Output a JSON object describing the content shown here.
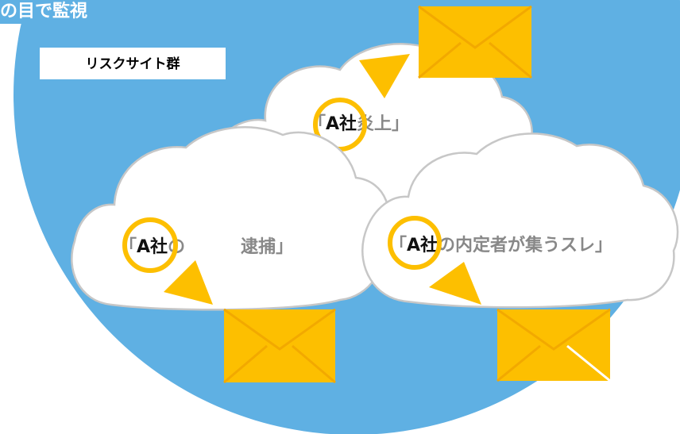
{
  "title": "の目で監視",
  "label": "リスクサイト群",
  "colors": {
    "circle": "#5fb0e3",
    "accent": "#fdbf00",
    "cloud_stroke": "#c7c7c7",
    "gray_text": "#888888"
  },
  "clouds": [
    {
      "id": "top",
      "open": "「",
      "company": "A社",
      "mid": "",
      "rest": "炎上」",
      "icons": [
        "magnifier-icon",
        "envelope-icon"
      ]
    },
    {
      "id": "left",
      "open": "「",
      "company": "A社",
      "mid": "の",
      "rest": "逮捕」",
      "icons": [
        "magnifier-icon",
        "envelope-icon"
      ]
    },
    {
      "id": "right",
      "open": "「",
      "company": "A社",
      "mid": "",
      "rest": "の内定者が集うスレ」",
      "icons": [
        "magnifier-icon",
        "envelope-icon"
      ]
    }
  ]
}
